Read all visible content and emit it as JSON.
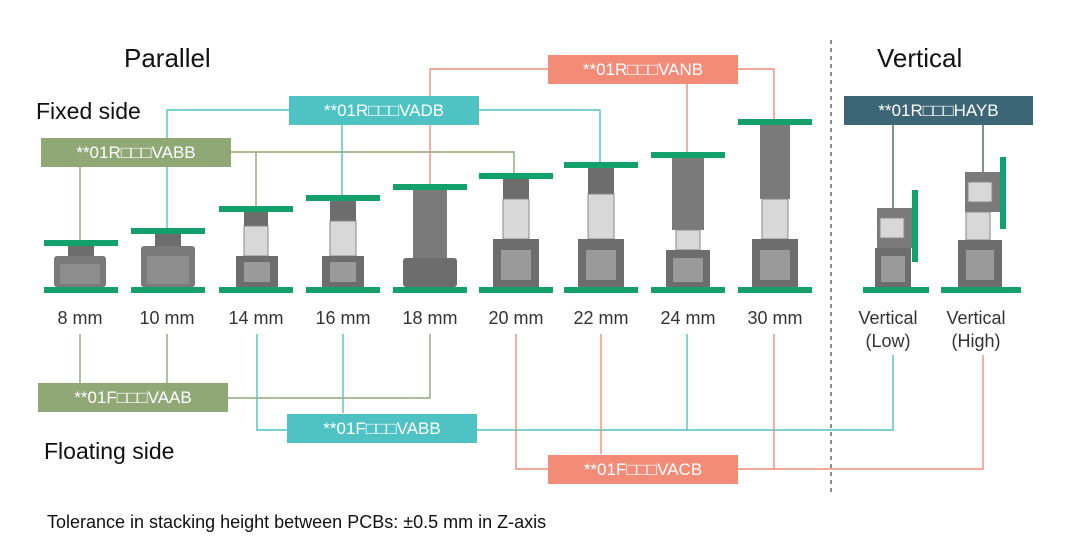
{
  "headings": {
    "parallel": "Parallel",
    "vertical": "Vertical"
  },
  "sides": {
    "fixed": "Fixed side",
    "floating": "Floating side"
  },
  "part_numbers": {
    "fixed_green": "**01R□□□VABB",
    "fixed_teal": "**01R□□□VADB",
    "fixed_salmon": "**01R□□□VANB",
    "fixed_vertical": "**01R□□□HAYB",
    "floating_green": "**01F□□□VAAB",
    "floating_teal": "**01F□□□VABB",
    "floating_salmon": "**01F□□□VACB"
  },
  "sizes": [
    "8 mm",
    "10 mm",
    "14 mm",
    "16 mm",
    "18 mm",
    "20 mm",
    "22 mm",
    "24 mm",
    "30 mm"
  ],
  "vertical_labels": [
    {
      "line1": "Vertical",
      "line2": "(Low)"
    },
    {
      "line1": "Vertical",
      "line2": "(High)"
    }
  ],
  "tolerance": "Tolerance in stacking height between PCBs: ±0.5 mm in Z-axis",
  "colors": {
    "green": "#8fa876",
    "teal": "#4fc3c3",
    "salmon": "#f28c78",
    "vertical_label": "#3c6675",
    "pcb": "#13a06a"
  }
}
